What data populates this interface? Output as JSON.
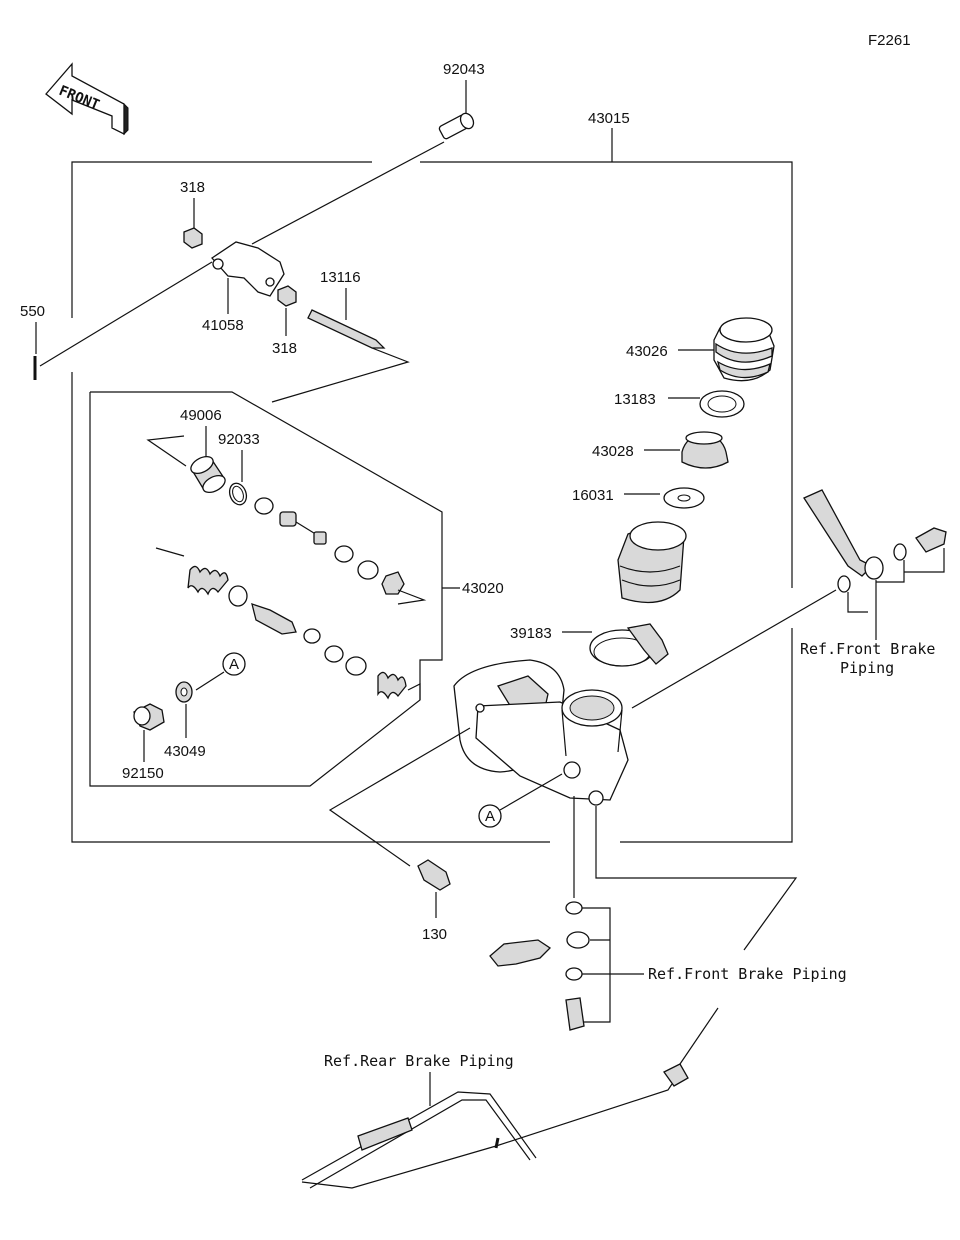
{
  "figure_code": "F2261",
  "front_arrow": {
    "text": "FRONT"
  },
  "part_numbers": {
    "p92043": "92043",
    "p43015": "43015",
    "p318a": "318",
    "p318b": "318",
    "p41058": "41058",
    "p13116": "13116",
    "p550": "550",
    "p49006": "49006",
    "p92033": "92033",
    "p43020": "43020",
    "p43026": "43026",
    "p13183": "13183",
    "p43028": "43028",
    "p16031": "16031",
    "p39183": "39183",
    "p92150": "92150",
    "p43049": "43049",
    "p130": "130"
  },
  "callouts": {
    "a1": "A",
    "a2": "A"
  },
  "references": {
    "front_brake_piping_top_line1": "Ref.Front Brake",
    "front_brake_piping_top_line2": "Piping",
    "front_brake_piping_mid": "Ref.Front Brake Piping",
    "rear_brake_piping": "Ref.Rear Brake Piping"
  }
}
